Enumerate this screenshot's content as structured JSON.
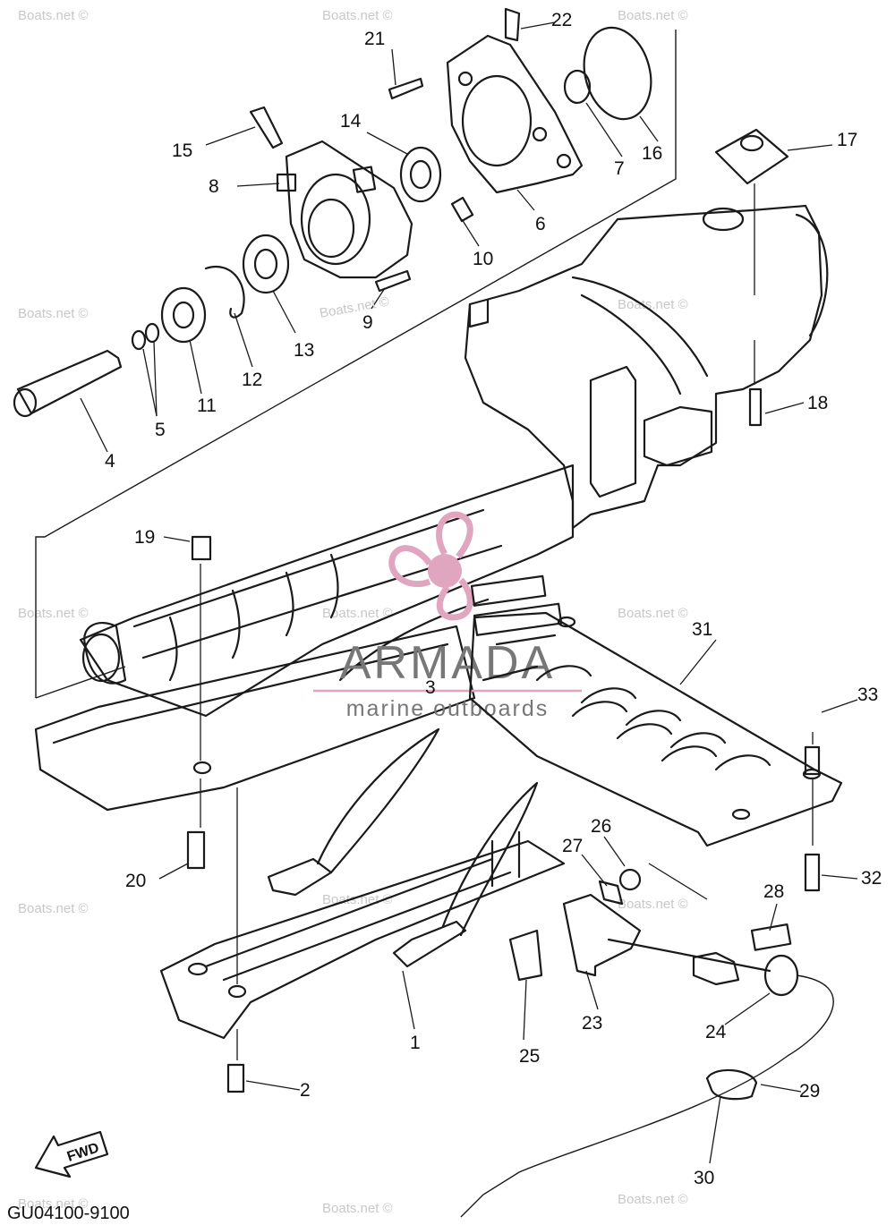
{
  "diagram": {
    "callouts": [
      "1",
      "2",
      "3",
      "4",
      "5",
      "6",
      "7",
      "8",
      "9",
      "10",
      "11",
      "12",
      "13",
      "14",
      "15",
      "16",
      "17",
      "18",
      "19",
      "20",
      "21",
      "22",
      "23",
      "24",
      "25",
      "26",
      "27",
      "28",
      "29",
      "30",
      "31",
      "32",
      "33"
    ],
    "fwd_label": "FWD",
    "drawing_code": "GU04100-9100",
    "watermark_text": "Boats.net ©",
    "bearing_watermark": "Boats.net ©"
  },
  "logo": {
    "name": "ARMADA",
    "tagline": "marine outboards",
    "color": "#e0a6c0"
  }
}
